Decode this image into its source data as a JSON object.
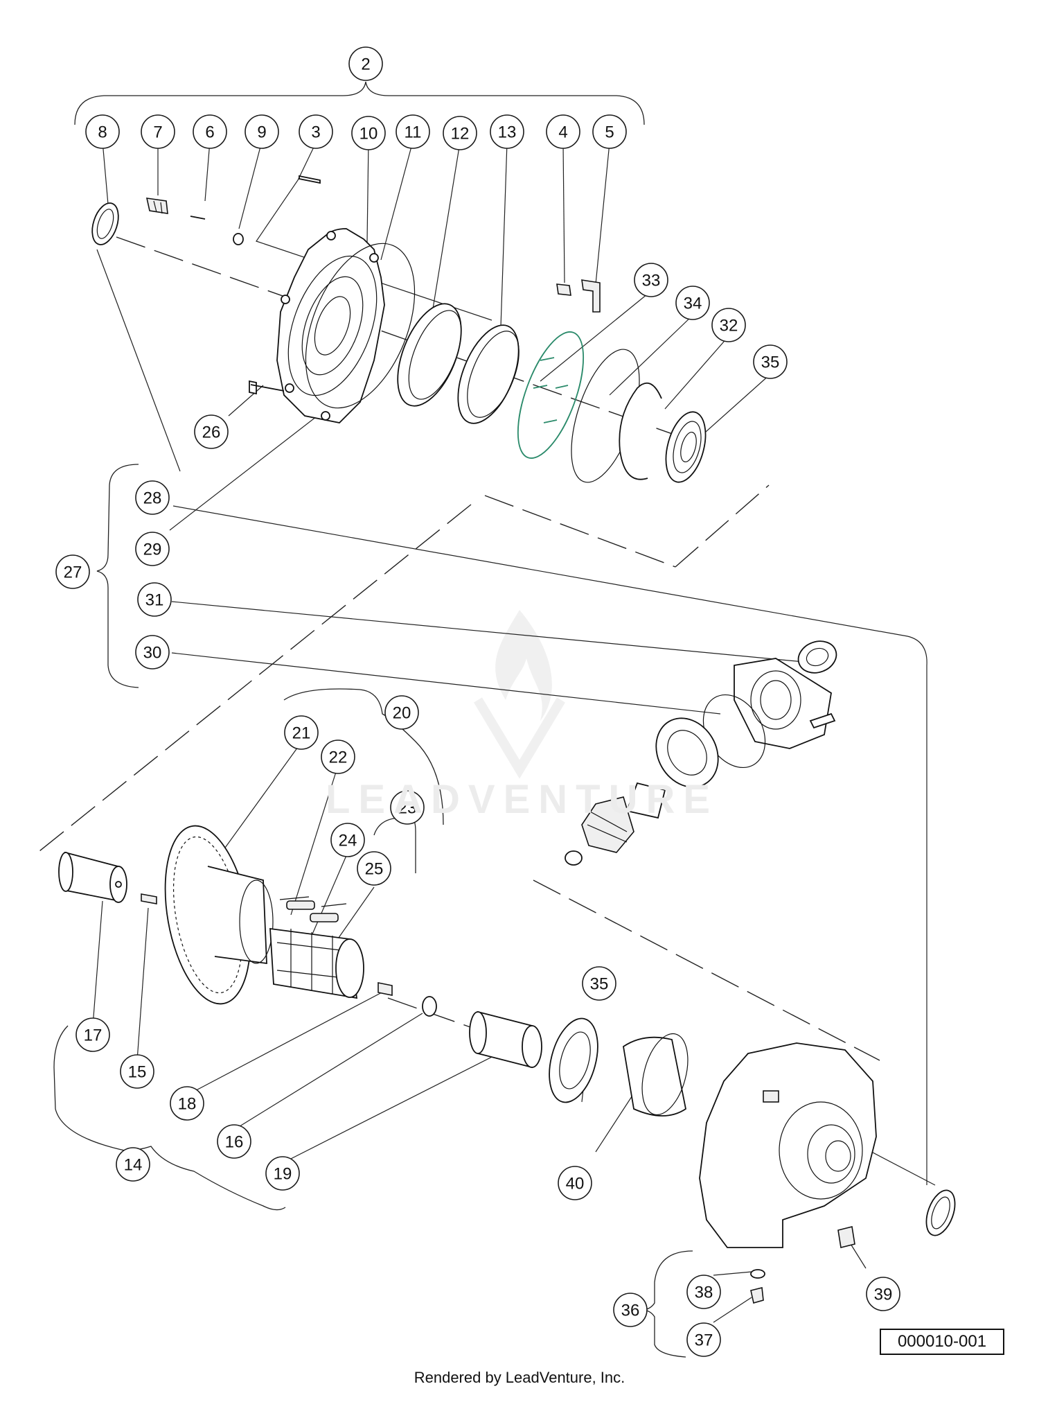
{
  "diagram": {
    "part_number": "000010-001",
    "footer": "Rendered by LeadVenture, Inc.",
    "watermark": "LEADVENTURE",
    "callouts": [
      "2",
      "8",
      "7",
      "6",
      "9",
      "3",
      "10",
      "11",
      "12",
      "13",
      "4",
      "5",
      "33",
      "34",
      "32",
      "35",
      "26",
      "28",
      "29",
      "27",
      "31",
      "30",
      "20",
      "21",
      "22",
      "23",
      "24",
      "25",
      "17",
      "15",
      "18",
      "16",
      "14",
      "19",
      "35",
      "40",
      "36",
      "38",
      "37",
      "39"
    ]
  }
}
